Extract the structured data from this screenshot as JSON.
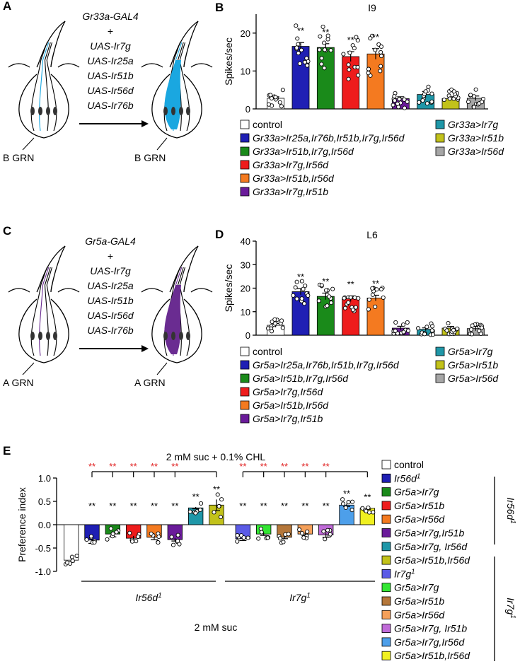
{
  "panels": {
    "A": {
      "letter": "A",
      "construct": [
        "Gr33a-GAL4",
        "+",
        "UAS-Ir7g",
        "UAS-Ir25a",
        "UAS-Ir51b",
        "UAS-Ir56d",
        "UAS-Ir76b"
      ],
      "grn_label": "B GRN",
      "color": "#1aa7e0"
    },
    "C": {
      "letter": "C",
      "construct": [
        "Gr5a-GAL4",
        "+",
        "UAS-Ir7g",
        "UAS-Ir25a",
        "UAS-Ir51b",
        "UAS-Ir56d",
        "UAS-Ir76b"
      ],
      "grn_label": "A GRN",
      "color": "#6a2c91"
    }
  },
  "chart_data": [
    {
      "panel": "B",
      "type": "bar",
      "title": "I9",
      "ylabel": "Spikes/sec",
      "ylim": [
        0,
        25
      ],
      "yticks": [
        0,
        10,
        20
      ],
      "categories": [
        "control",
        "Gr33a>Ir25a,Ir76b,Ir51b,Ir7g,Ir56d",
        "Gr33a>Ir51b,Ir7g,Ir56d",
        "Gr33a>Ir7g,Ir56d",
        "Gr33a>Ir51b,Ir56d",
        "Gr33a>Ir7g,Ir51b",
        "Gr33a>Ir7g",
        "Gr33a>Ir51b",
        "Gr33a>Ir56d"
      ],
      "values": [
        2.8,
        16.5,
        16.2,
        13.8,
        14.5,
        2.7,
        3.8,
        2.7,
        2.8
      ],
      "errors": [
        0.4,
        1.0,
        1.0,
        1.3,
        1.4,
        0.5,
        0.8,
        0.5,
        0.6
      ],
      "colors": [
        "#ffffff",
        "#1f1fb4",
        "#1a8a1a",
        "#ee1c1c",
        "#f47a20",
        "#6a1b9a",
        "#1f97a8",
        "#c2c21a",
        "#a6a6a6"
      ],
      "significance": [
        "",
        "**",
        "**",
        "**",
        "**",
        "",
        "",
        "",
        ""
      ]
    },
    {
      "panel": "D",
      "type": "bar",
      "title": "L6",
      "ylabel": "Spikes/sec",
      "ylim": [
        0,
        40
      ],
      "yticks": [
        0,
        10,
        20,
        30,
        40
      ],
      "categories": [
        "control",
        "Gr5a>Ir25a,Ir76b,Ir51b,Ir7g,Ir56d",
        "Gr5a>Ir51b,Ir7g,Ir56d",
        "Gr5a>Ir7g,Ir56d",
        "Gr5a>Ir51b,Ir56d",
        "Gr5a>Ir7g,Ir51b",
        "Gr5a>Ir7g",
        "Gr5a>Ir51b",
        "Gr5a>Ir56d"
      ],
      "values": [
        4.2,
        18.5,
        16.5,
        15.5,
        15.8,
        3.0,
        2.5,
        3.0,
        2.8
      ],
      "errors": [
        0.8,
        1.3,
        1.4,
        1.2,
        1.2,
        0.8,
        0.6,
        0.7,
        0.9
      ],
      "colors": [
        "#ffffff",
        "#1f1fb4",
        "#1a8a1a",
        "#ee1c1c",
        "#f47a20",
        "#6a1b9a",
        "#1f97a8",
        "#c2c21a",
        "#a6a6a6"
      ],
      "significance": [
        "",
        "**",
        "**",
        "**",
        "**",
        "",
        "",
        "",
        ""
      ]
    },
    {
      "panel": "E",
      "type": "bar",
      "title": "2 mM suc + 0.1% CHL",
      "ylabel": "Preference index",
      "xlabel": "2 mM suc",
      "ylim": [
        -1.0,
        1.0
      ],
      "yticks": [
        "1.0",
        "0.5",
        "0.0",
        "-0.5",
        "-1.0"
      ],
      "groups": [
        "Ir56d1",
        "Ir7g1"
      ],
      "side_labels": [
        "Ir56d1",
        "Ir7g1"
      ],
      "categories": [
        "control",
        "Ir56d1",
        "Gr5a>Ir7g",
        "Gr5a>Ir51b",
        "Gr5a>Ir56d",
        "Gr5a>Ir7g,Ir51b",
        "Gr5a>Ir7g, Ir56d",
        "Gr5a>Ir51b,Ir56d",
        "Ir7g1",
        "Gr5a>Ir7g",
        "Gr5a>Ir51b",
        "Gr5a>Ir56d",
        "Gr5a>Ir7g, Ir51b",
        "Gr5a>Ir7g,Ir56d",
        "Gr5a>Ir51b,Ir56d"
      ],
      "values": [
        -0.76,
        -0.33,
        -0.2,
        -0.29,
        -0.27,
        -0.32,
        0.36,
        0.42,
        -0.3,
        -0.2,
        -0.27,
        -0.2,
        -0.22,
        0.42,
        0.35
      ],
      "errors": [
        0.04,
        0.07,
        0.06,
        0.05,
        0.05,
        0.03,
        0.02,
        0.12,
        0.04,
        0.03,
        0.03,
        0.03,
        0.05,
        0.03,
        0.02
      ],
      "colors": [
        "#ffffff",
        "#1f1fb4",
        "#1a8a1a",
        "#ee1c1c",
        "#f47a20",
        "#6a1b9a",
        "#1f97a8",
        "#c2c21a",
        "#5b5be6",
        "#33e633",
        "#b5773a",
        "#f5a05a",
        "#c06bd8",
        "#4d9fea",
        "#f0f020"
      ],
      "significance": [
        "",
        "**",
        "**",
        "**",
        "**",
        "**",
        "**",
        "**",
        "**",
        "**",
        "**",
        "**",
        "**",
        "**",
        "**"
      ],
      "red_significance": "**"
    }
  ]
}
